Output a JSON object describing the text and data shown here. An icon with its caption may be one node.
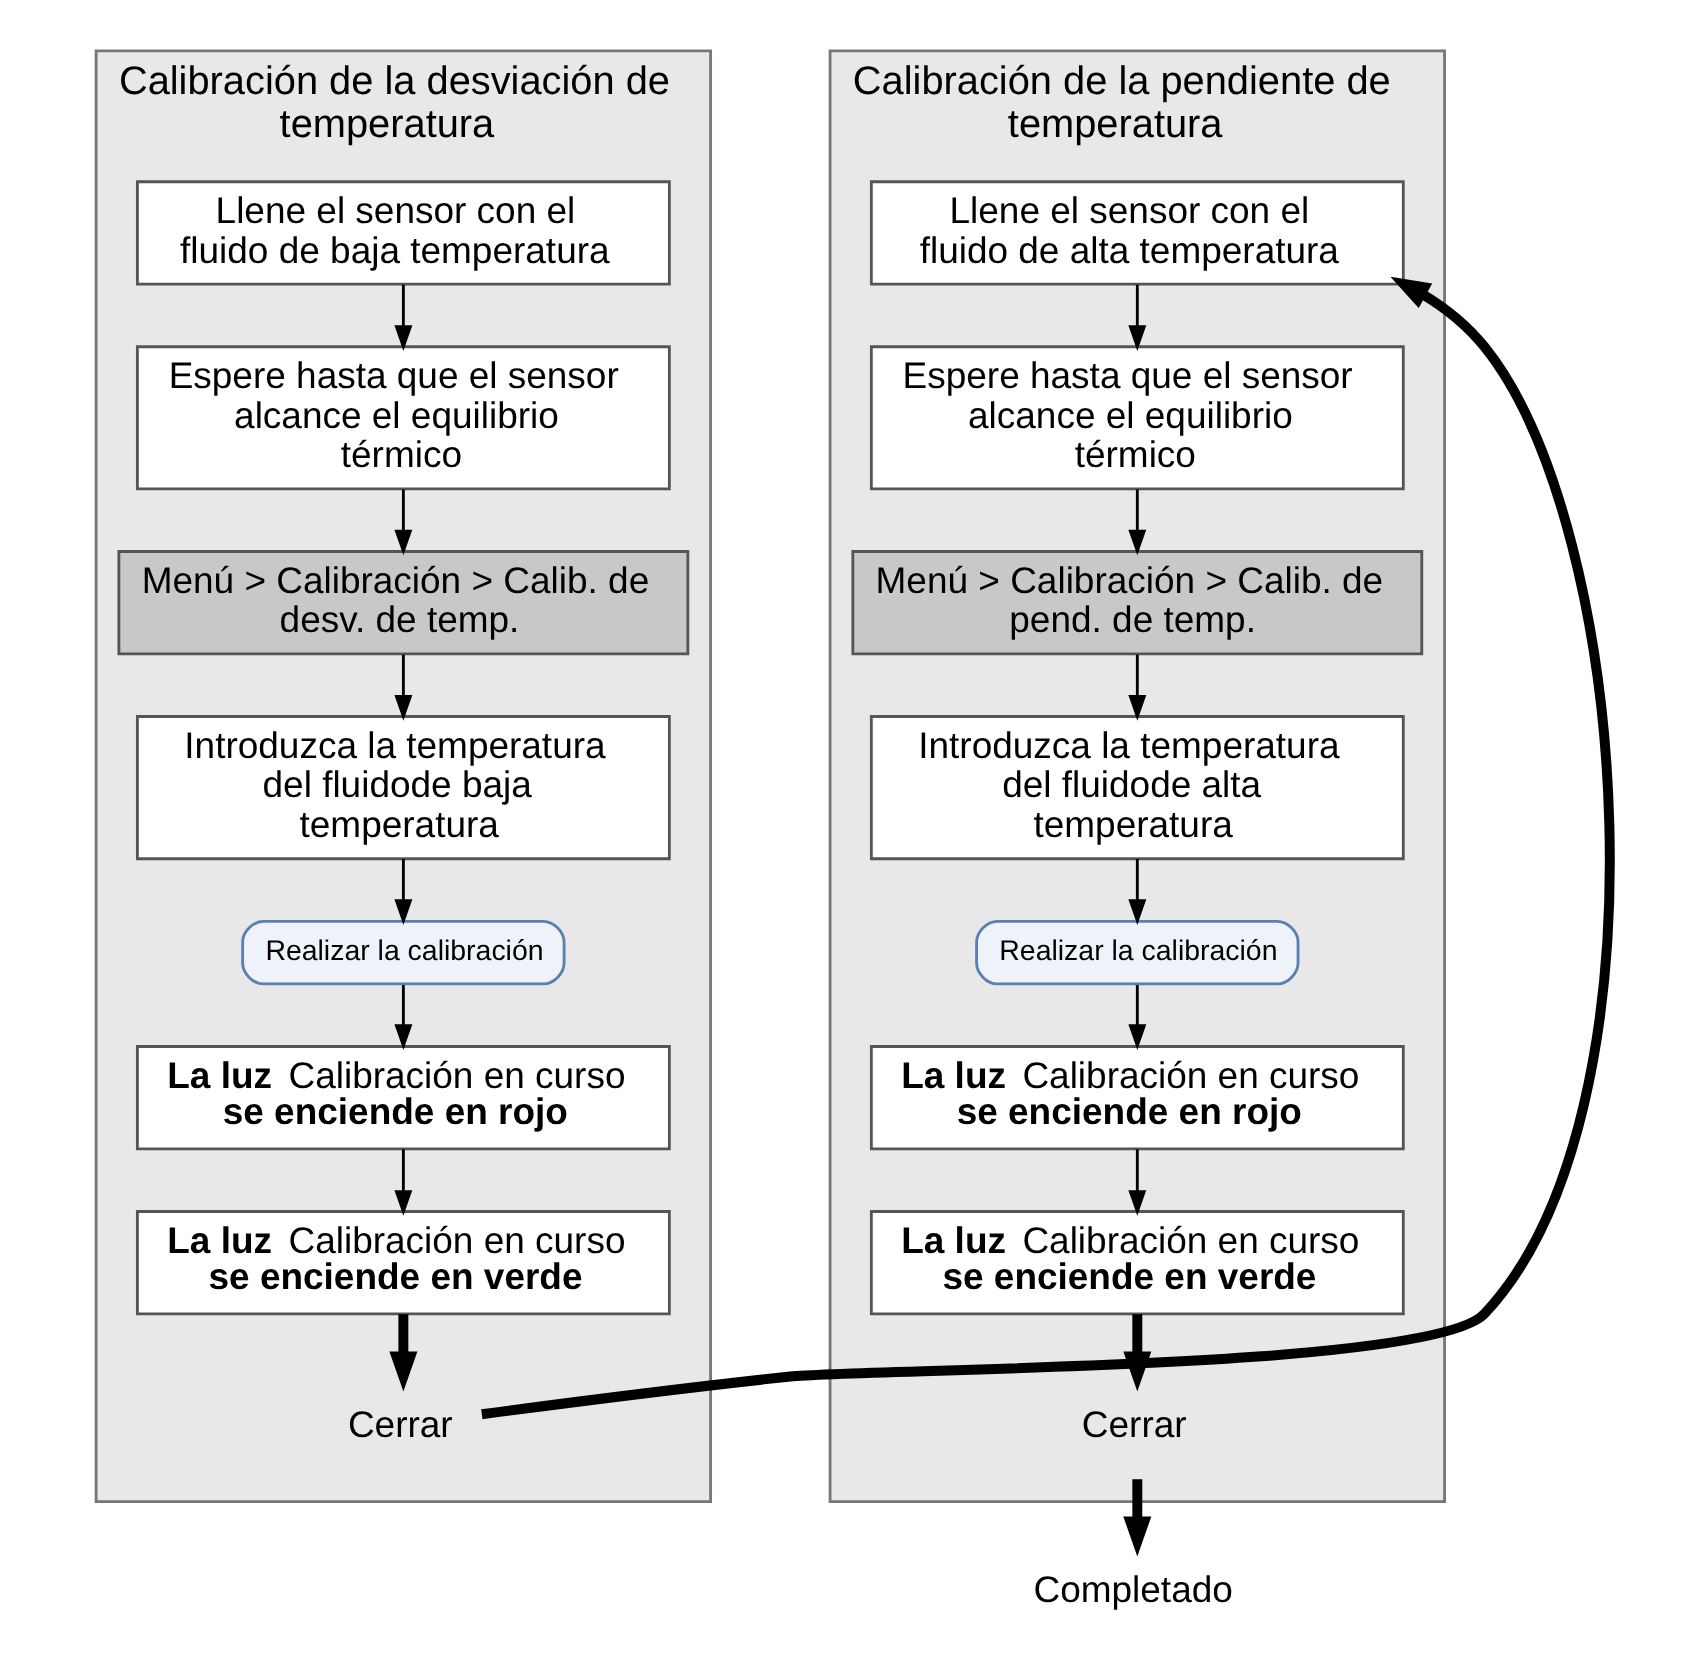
{
  "diagram": {
    "nodes": [
      {
        "text": [
          "Calibración de la desviación de temperatura"
        ]
      },
      {
        "text": [
          "Llene el sensor con el fluido de baja temperatura"
        ],
        "in": 0
      },
      {
        "text": [
          "Espere hasta que el sensor alcance el equilibrio térmico"
        ],
        "in": 0
      },
      {
        "text": [
          "Menú > Calibración > Calib. de desv. de temp."
        ],
        "in": 0
      },
      {
        "text": [
          "Introduzca la temperatura del fluidode baja temperatura"
        ],
        "in": 0
      },
      {
        "text": [
          "Realizar la calibración"
        ],
        "in": 0
      },
      {
        "text": [
          "**La luz** Calibración en curso **se enciende en rojo**"
        ],
        "in": 0
      },
      {
        "text": [
          "**La luz** Calibración en curso **se enciende en verde**"
        ],
        "in": 0
      },
      {
        "text": [
          "Cerrar"
        ],
        "in": 0
      },
      {
        "text": [
          "Calibración de la pendiente de temperatura"
        ]
      },
      {
        "text": [
          "Llene el sensor con el fluido de alta temperatura"
        ],
        "in": 9
      },
      {
        "text": [
          "Espere hasta que el sensor alcance el equilibrio térmico"
        ],
        "in": 9
      },
      {
        "text": [
          "Menú > Calibración > Calib. de pend. de temp."
        ],
        "in": 9
      },
      {
        "text": [
          "Introduzca la temperatura del fluidode alta temperatura"
        ],
        "in": 9
      },
      {
        "text": [
          "Realizar la calibración"
        ],
        "in": 9
      },
      {
        "text": [
          "**La luz** Calibración en curso **se enciende en rojo**"
        ],
        "in": 9
      },
      {
        "text": [
          "**La luz** Calibración en curso **se enciende en verde**"
        ],
        "in": 9
      },
      {
        "text": [
          "Cerrar"
        ],
        "in": 9
      },
      {
        "text": [
          "Completado"
        ]
      }
    ],
    "edges": [
      {
        "from": 1,
        "to": 2,
        "arrow": "to"
      },
      {
        "from": 2,
        "to": 3,
        "arrow": "to"
      },
      {
        "from": 3,
        "to": 4,
        "arrow": "to"
      },
      {
        "from": 4,
        "to": 5,
        "arrow": "to"
      },
      {
        "from": 5,
        "to": 6,
        "arrow": "to"
      },
      {
        "from": 6,
        "to": 7,
        "arrow": "to"
      },
      {
        "from": 7,
        "to": 8,
        "arrow": "to",
        "style": "thick"
      },
      {
        "from": 8,
        "to": 10,
        "arrow": "to",
        "style": "thick"
      },
      {
        "from": 10,
        "to": 11,
        "arrow": "to"
      },
      {
        "from": 11,
        "to": 12,
        "arrow": "to"
      },
      {
        "from": 12,
        "to": 13,
        "arrow": "to"
      },
      {
        "from": 13,
        "to": 14,
        "arrow": "to"
      },
      {
        "from": 14,
        "to": 15,
        "arrow": "to"
      },
      {
        "from": 15,
        "to": 16,
        "arrow": "to"
      },
      {
        "from": 16,
        "to": 17,
        "arrow": "to",
        "style": "thick"
      },
      {
        "from": 17,
        "to": 18,
        "arrow": "to",
        "style": "thick"
      }
    ]
  }
}
